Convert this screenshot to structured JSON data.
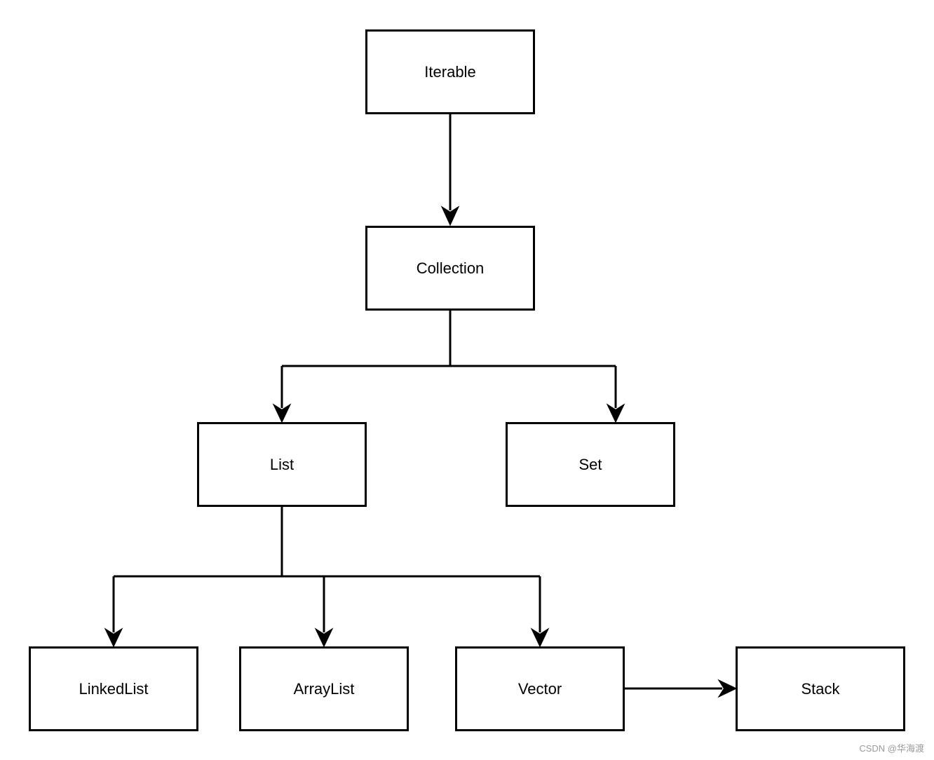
{
  "diagram": {
    "nodes": {
      "iterable": "Iterable",
      "collection": "Collection",
      "list": "List",
      "set": "Set",
      "linkedlist": "LinkedList",
      "arraylist": "ArrayList",
      "vector": "Vector",
      "stack": "Stack"
    },
    "edges": [
      {
        "from": "Iterable",
        "to": "Collection"
      },
      {
        "from": "Collection",
        "to": "List"
      },
      {
        "from": "Collection",
        "to": "Set"
      },
      {
        "from": "List",
        "to": "LinkedList"
      },
      {
        "from": "List",
        "to": "ArrayList"
      },
      {
        "from": "List",
        "to": "Vector"
      },
      {
        "from": "Vector",
        "to": "Stack"
      }
    ],
    "line_color": "#000000",
    "box_border_color": "#000000",
    "background": "#ffffff"
  },
  "watermark": "CSDN @华海渡"
}
